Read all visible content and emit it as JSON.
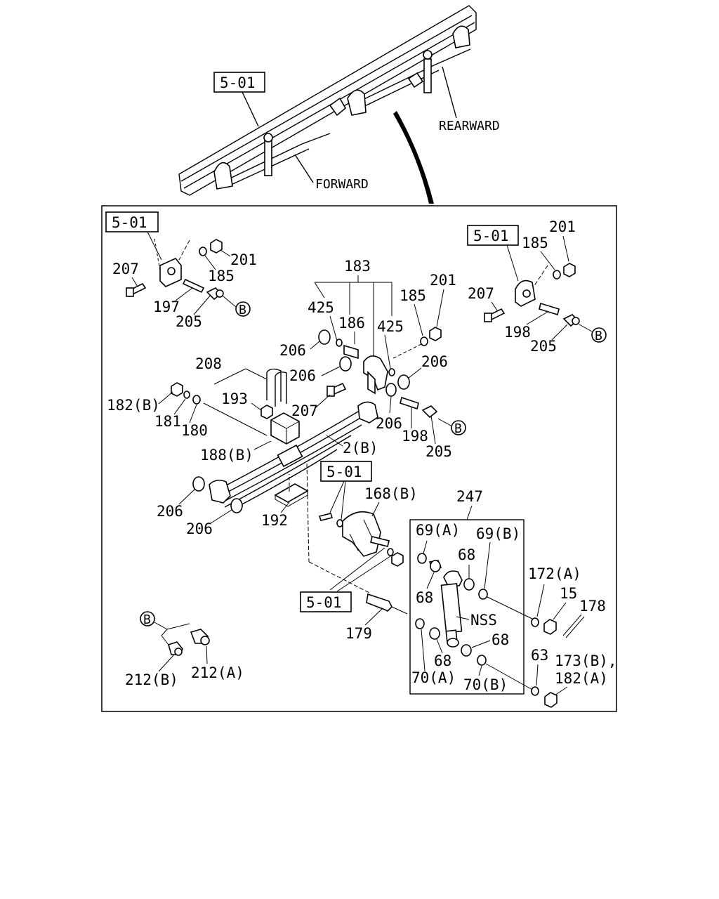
{
  "labels": {
    "ref_top": "5-01",
    "forward": "FORWARD",
    "rearward": "REARWARD",
    "ref_frame_left": "5-01",
    "ref_frame_right": "5-01",
    "ref_bracket": "5-01",
    "ref_bottom": "5-01",
    "p201_l": "201",
    "p185_l": "185",
    "p207_l": "207",
    "p197": "197",
    "p205_l": "205",
    "p183": "183",
    "p425_l": "425",
    "p186": "186",
    "p425_r": "425",
    "p185_m": "185",
    "p201_m": "201",
    "p201_r": "201",
    "p185_r": "185",
    "p207_r": "207",
    "p198_r": "198",
    "p205_r": "205",
    "p206_a": "206",
    "p206_b": "206",
    "p206_c": "206",
    "p208": "208",
    "p193": "193",
    "p207_m": "207",
    "p206_d": "206",
    "p182b_l": "182(B)",
    "p181": "181",
    "p180": "180",
    "p198_m": "198",
    "p205_m": "205",
    "p188b": "188(B)",
    "p2b": "2(B)",
    "p206_e": "206",
    "p206_f": "206",
    "p192": "192",
    "p168b": "168(B)",
    "p247": "247",
    "p69a": "69(A)",
    "p69b": "69(B)",
    "p68_a": "68",
    "p68_b": "68",
    "p68_c": "68",
    "p68_d": "68",
    "p172a": "172(A)",
    "p15": "15",
    "p178": "178",
    "nss": "NSS",
    "p179": "179",
    "p70a": "70(A)",
    "p70b": "70(B)",
    "p63": "63",
    "p173b": "173(B),",
    "p182a": "182(A)",
    "p212b": "212(B)",
    "p212a": "212(A)",
    "circle_b": "B"
  }
}
